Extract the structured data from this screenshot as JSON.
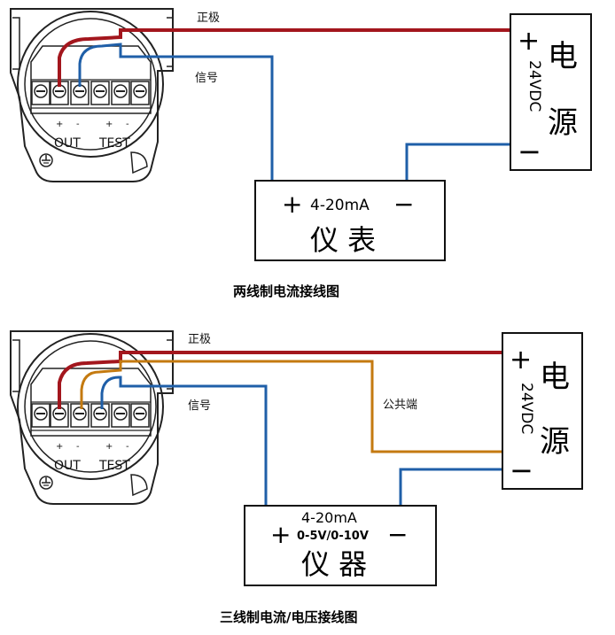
{
  "diagram1": {
    "terminal_signs": [
      "+",
      "-",
      "+",
      "-"
    ],
    "terminal_group_labels": [
      "OUT",
      "TEST"
    ],
    "wire_positive_label": "正极",
    "wire_signal_label": "信号",
    "power_plus": "+",
    "power_minus": "−",
    "power_voltage": "24VDC",
    "power_name_1": "电",
    "power_name_2": "源",
    "meter_plus": "+",
    "meter_minus": "−",
    "meter_range": "4-20mA",
    "meter_name": "仪 表",
    "caption": "两线制电流接线图"
  },
  "diagram2": {
    "terminal_signs": [
      "+",
      "-",
      "+",
      "-"
    ],
    "terminal_group_labels": [
      "OUT",
      "TEST"
    ],
    "wire_positive_label": "正极",
    "wire_signal_label": "信号",
    "wire_common_label": "公共端",
    "power_plus": "+",
    "power_minus": "−",
    "power_voltage": "24VDC",
    "power_name_1": "电",
    "power_name_2": "源",
    "meter_plus": "+",
    "meter_minus": "−",
    "meter_range": "4-20mA",
    "meter_range_2": "0-5V/0-10V",
    "meter_name": "仪 器",
    "caption": "三线制电流/电压接线图"
  },
  "colors": {
    "positive_wire": "#a3161d",
    "signal_wire": "#1f5fa8",
    "common_wire": "#c47a10"
  }
}
